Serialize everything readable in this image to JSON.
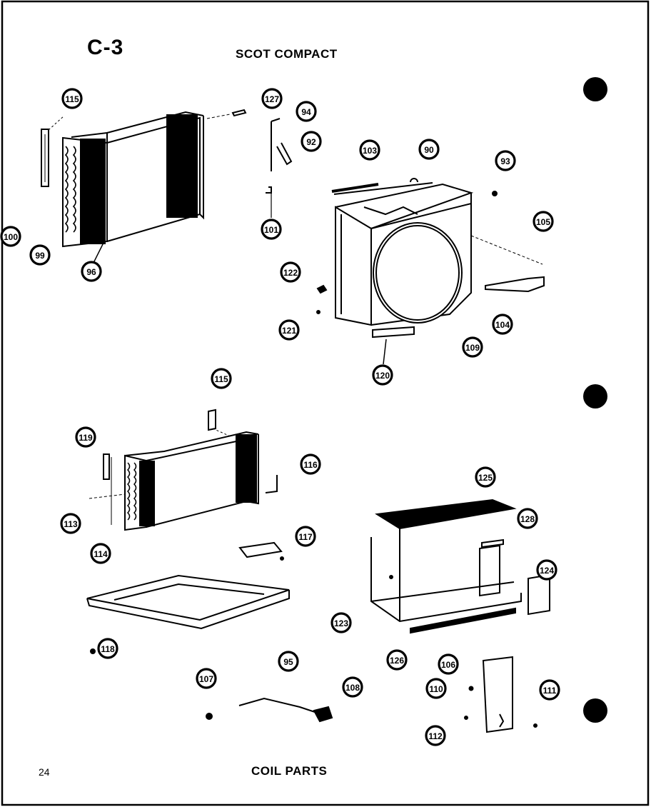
{
  "header": {
    "code": "C-3",
    "title": "SCOT COMPACT"
  },
  "footer": {
    "page_number": "24",
    "section_title": "COIL PARTS"
  },
  "callouts": [
    "115",
    "127",
    "94",
    "92",
    "101",
    "100",
    "99",
    "96",
    "103",
    "90",
    "93",
    "105",
    "122",
    "121",
    "120",
    "109",
    "104",
    "115",
    "119",
    "116",
    "113",
    "114",
    "117",
    "118",
    "125",
    "128",
    "124",
    "123",
    "126",
    "107",
    "95",
    "108",
    "106",
    "110",
    "111",
    "112"
  ],
  "colors": {
    "ink": "#000000",
    "paper": "#ffffff"
  }
}
